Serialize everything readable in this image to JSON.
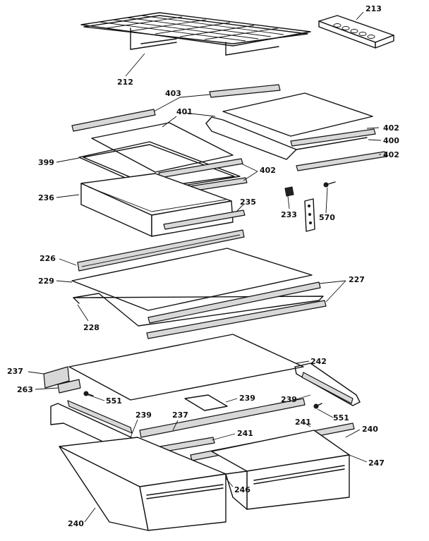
{
  "labels": {
    "l212": "212",
    "l213": "213",
    "l403": "403",
    "l401": "401",
    "l402a": "402",
    "l400": "400",
    "l402b": "402",
    "l399": "399",
    "l402c": "402",
    "l236": "236",
    "l235": "235",
    "l233": "233",
    "l570": "570",
    "l226": "226",
    "l229": "229",
    "l227": "227",
    "l228": "228",
    "l237a": "237",
    "l242": "242",
    "l263": "263",
    "l551a": "551",
    "l239a": "239",
    "l239b": "239",
    "l239c": "239",
    "l237b": "237",
    "l551b": "551",
    "l241a": "241",
    "l241b": "241",
    "l240a": "240",
    "l247": "247",
    "l246": "246",
    "l240b": "240"
  }
}
